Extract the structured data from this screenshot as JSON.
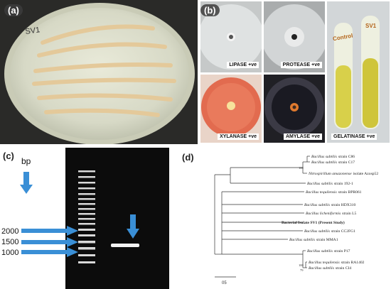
{
  "panels": {
    "a": {
      "label": "(a)",
      "plate_marking": "SV1"
    },
    "b": {
      "label": "(b)",
      "tests": [
        {
          "name": "LIPASE +ve"
        },
        {
          "name": "PROTEASE +ve"
        },
        {
          "name": "XYLANASE +ve"
        },
        {
          "name": "AMYLASE +ve"
        },
        {
          "name": "GELATINASE +ve"
        }
      ],
      "tube_labels": {
        "control": "Control",
        "sample": "SV1"
      }
    },
    "c": {
      "label": "(c)",
      "unit": "bp",
      "markers": [
        "2000",
        "1500",
        "1000"
      ]
    },
    "d": {
      "label": "(d)",
      "scale_bar": "05",
      "taxa": [
        {
          "name": "Bacillus subtilis",
          "suffix": "strain C86",
          "bold": false
        },
        {
          "name": "Bacillus subtilis",
          "suffix": "strain C17",
          "bold": false
        },
        {
          "name": "Nitrospirillum amazonense",
          "suffix": "isolate Azosp52",
          "bold": false
        },
        {
          "name": "Bacillus subtilis",
          "suffix": "strain 192-1",
          "bold": false
        },
        {
          "name": "Bacillus tequilensis",
          "suffix": "strain BPR061",
          "bold": false
        },
        {
          "name": "Bacillus subtilis",
          "suffix": "strain HDX310",
          "bold": false
        },
        {
          "name": "Bacillus licheniformis",
          "suffix": "strain L5",
          "bold": false
        },
        {
          "name": "Bacterial Isolate SV1 (Present Study)",
          "suffix": "",
          "bold": true
        },
        {
          "name": "Bacillus subtilis",
          "suffix": "strain CC2FG1",
          "bold": false
        },
        {
          "name": "Bacillus subtilis",
          "suffix": "strain MMA1",
          "bold": false
        },
        {
          "name": "Bacillus subtilis",
          "suffix": "strain P17",
          "bold": false
        },
        {
          "name": "Bacillus tequilensis",
          "suffix": "strain RA1402",
          "bold": false
        },
        {
          "name": "Bacillus subtilis",
          "suffix": "strain CI4",
          "bold": false
        }
      ],
      "bootstrap": [
        "100",
        "100",
        "79"
      ]
    }
  },
  "colors": {
    "gel_arrow": "#3a8fd6",
    "gel_bg": "#0c0c0c",
    "band": "#f2f2f2"
  }
}
